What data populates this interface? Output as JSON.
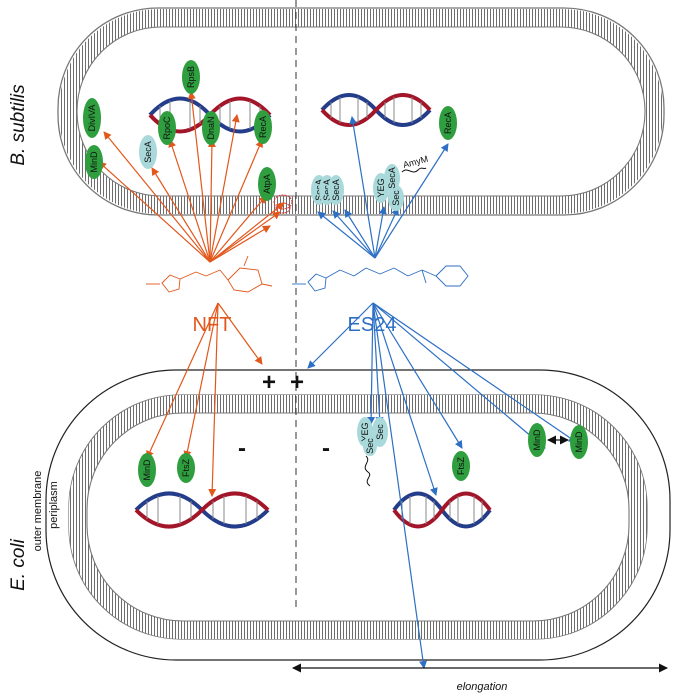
{
  "species": {
    "top": "B. subtilis",
    "bottom": "E. coli"
  },
  "drugs": {
    "left": "NFT",
    "right": "ES24"
  },
  "signs": {
    "plus": "+",
    "minus": "-"
  },
  "compartments": {
    "outer": "outer membrane",
    "periplasm": "periplasm"
  },
  "axis_label": "elongation",
  "proteins": {
    "bs_left": [
      "DivIVA",
      "MinD",
      "SecA",
      "RpoC",
      "DnaN",
      "RpsB",
      "RecA",
      "AtpA"
    ],
    "bs_right": [
      "SecA",
      "SecA",
      "SecA",
      "YEG",
      "Sec",
      "SecA",
      "RecA",
      "AmyM"
    ],
    "ec_left": [
      "MinD",
      "FtsZ"
    ],
    "ec_right": [
      "YEG",
      "Sec",
      "Sec",
      "FtsZ",
      "MinD",
      "MinD"
    ]
  },
  "colors": {
    "nft": "#E2571C",
    "es24": "#2C6FC4",
    "protein": "#2E9E3E",
    "protein_light": "#A9D9DA",
    "dna_blue": "#243D8A",
    "dna_red": "#A3162A",
    "membrane": "#8A8A8A"
  }
}
